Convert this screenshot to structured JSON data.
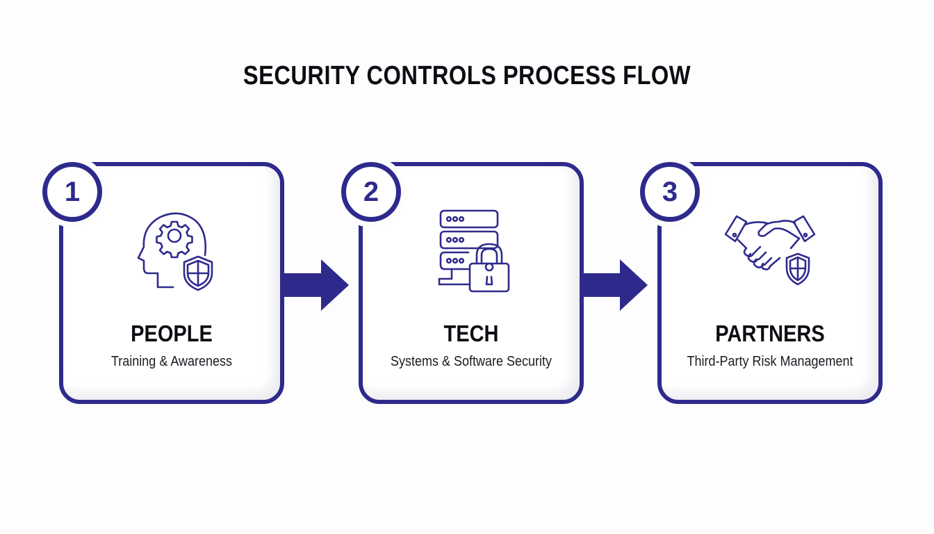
{
  "title": "SECURITY CONTROLS PROCESS FLOW",
  "colors": {
    "accent": "#2e2a8c",
    "text": "#0c0c12",
    "background": "#fdfdfe"
  },
  "steps": [
    {
      "number": "1",
      "title": "PEOPLE",
      "subtitle": "Training & Awareness",
      "icon": "head-gear-shield-icon"
    },
    {
      "number": "2",
      "title": "TECH",
      "subtitle": "Systems & Software Security",
      "icon": "server-lock-icon"
    },
    {
      "number": "3",
      "title": "PARTNERS",
      "subtitle": "Third-Party Risk Management",
      "icon": "handshake-shield-icon"
    }
  ],
  "connectors": [
    "arrow-right",
    "arrow-right"
  ]
}
